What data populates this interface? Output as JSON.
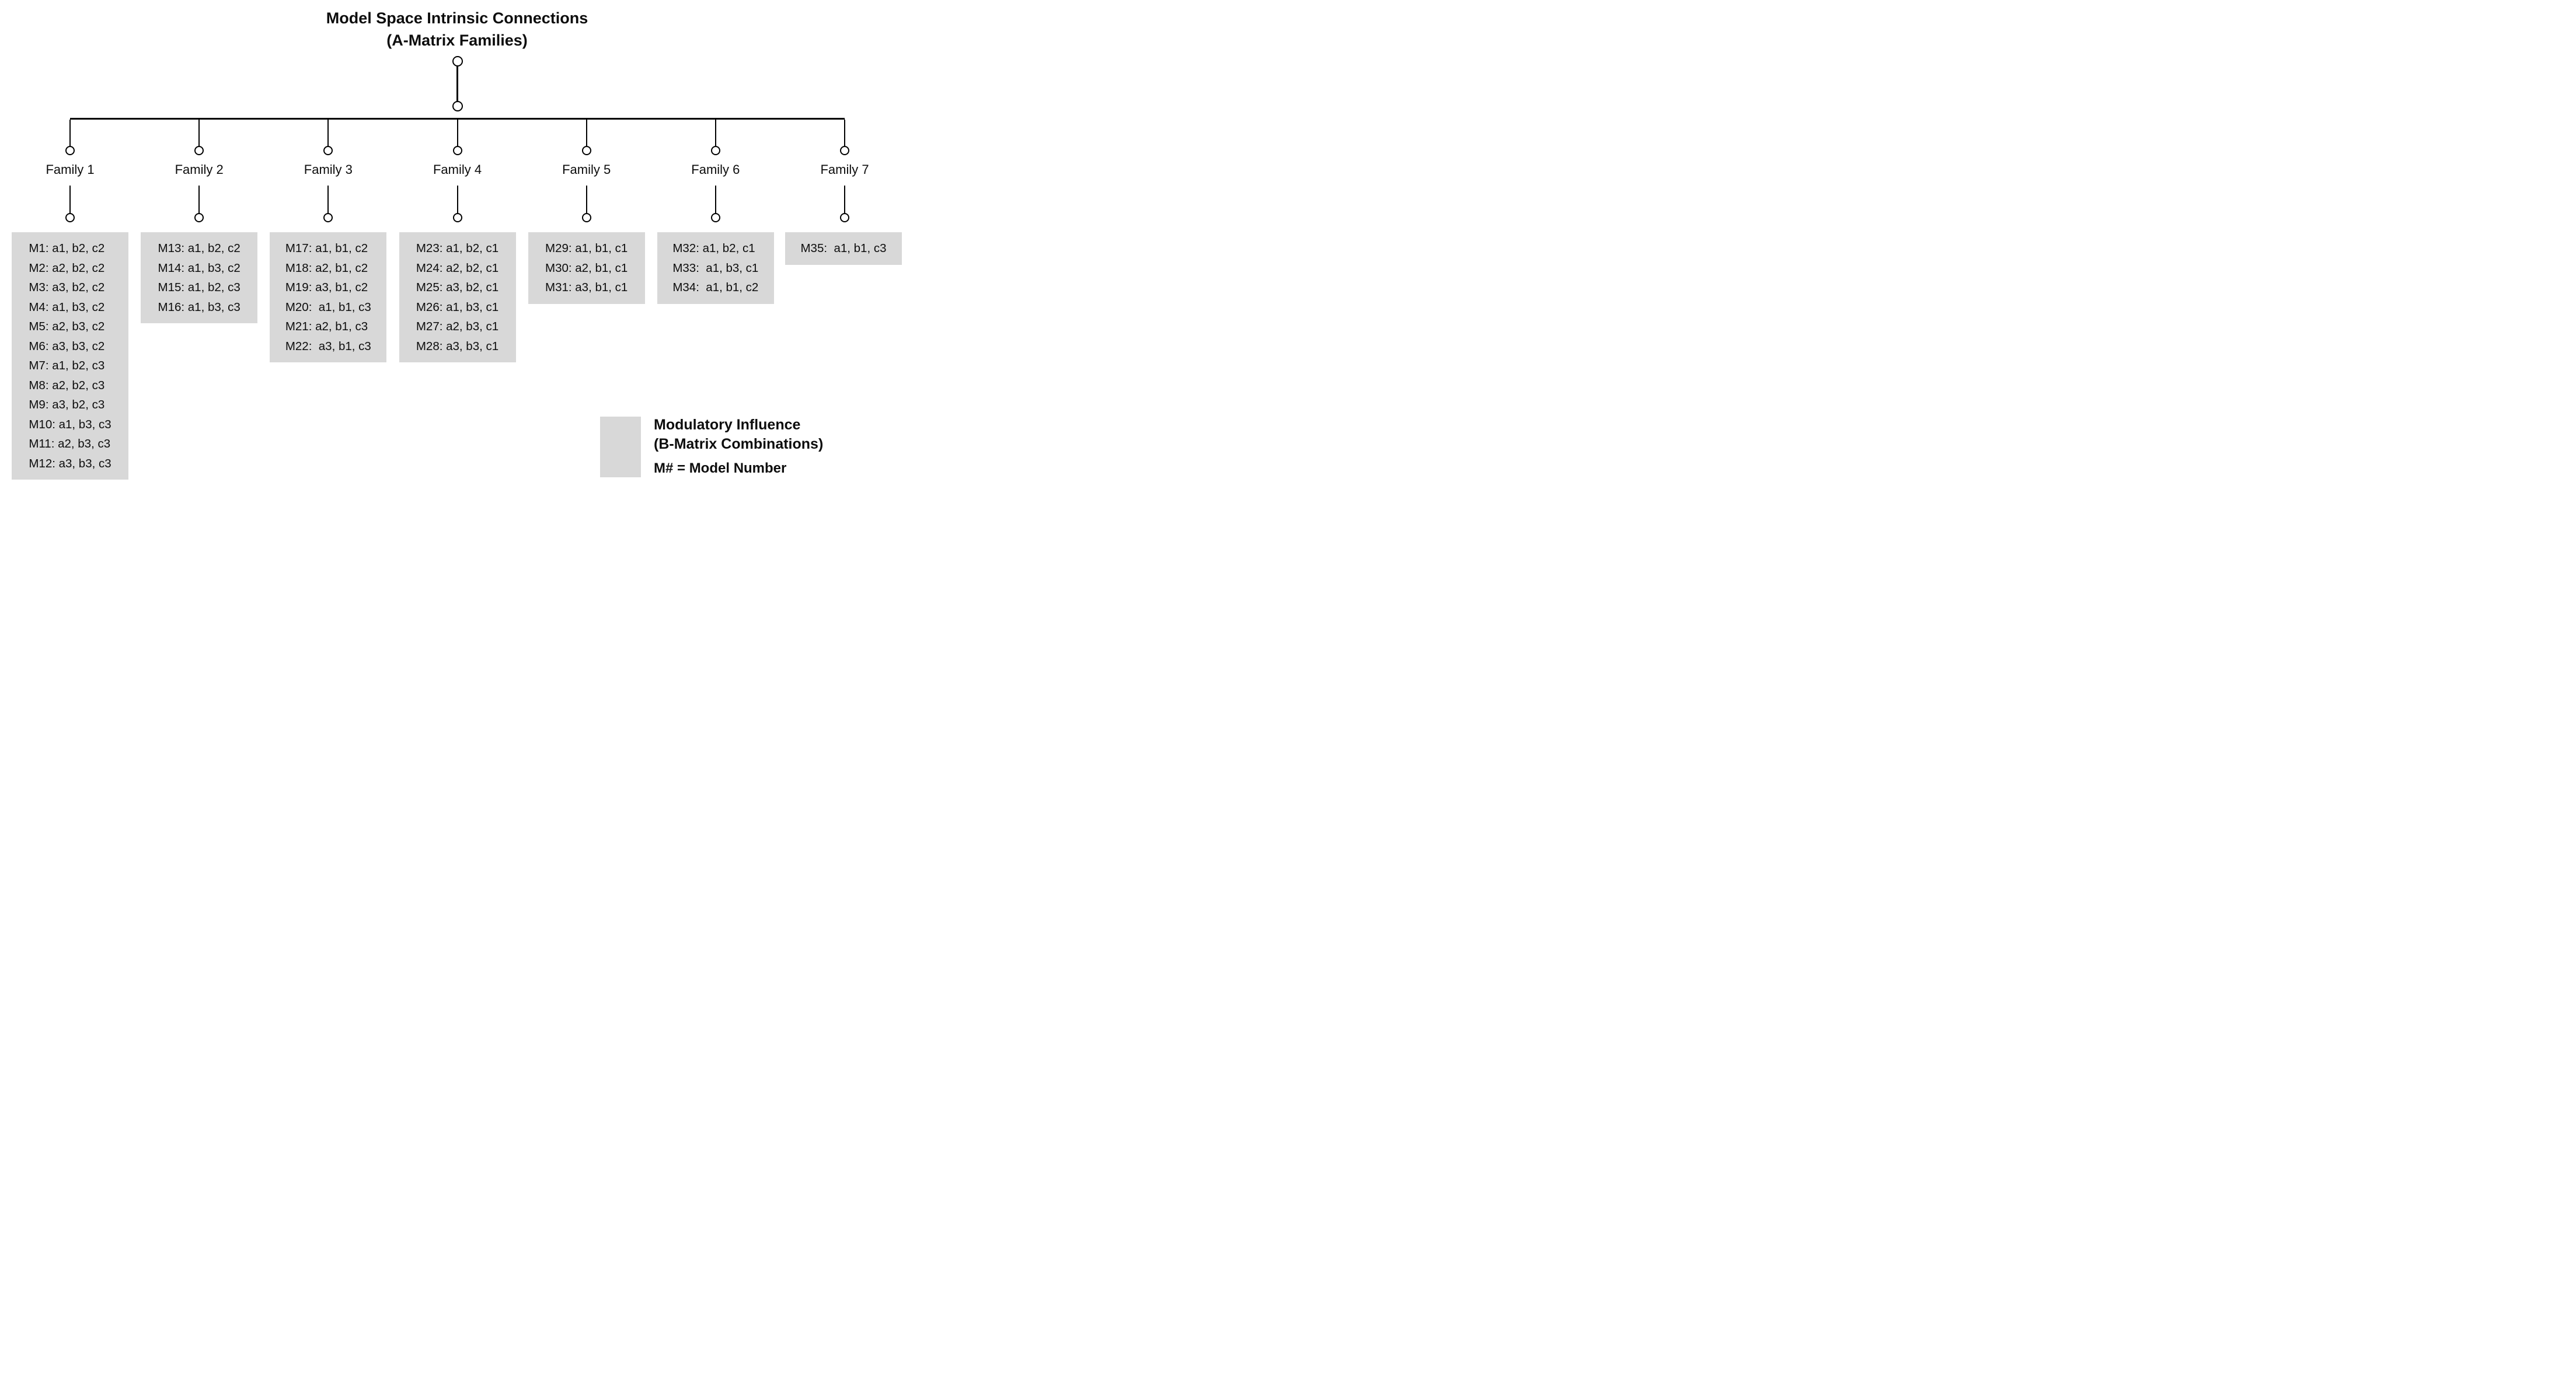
{
  "title": {
    "line1": "Model Space Intrinsic Connections",
    "line2": "(A-Matrix Families)"
  },
  "families": [
    {
      "label": "Family 1",
      "models": [
        "M1: a1, b2, c2",
        "M2: a2, b2, c2",
        "M3: a3, b2, c2",
        "M4: a1, b3, c2",
        "M5: a2, b3, c2",
        "M6: a3, b3, c2",
        "M7: a1, b2, c3",
        "M8: a2, b2, c3",
        "M9: a3, b2, c3",
        "M10: a1, b3, c3",
        "M11: a2, b3, c3",
        "M12: a3, b3, c3"
      ]
    },
    {
      "label": "Family 2",
      "models": [
        "M13: a1, b2, c2",
        "M14: a1, b3, c2",
        "M15: a1, b2, c3",
        "M16: a1, b3, c3"
      ]
    },
    {
      "label": "Family 3",
      "models": [
        "M17: a1, b1, c2",
        "M18: a2, b1, c2",
        "M19: a3, b1, c2",
        "M20:  a1, b1, c3",
        "M21: a2, b1, c3",
        "M22:  a3, b1, c3"
      ]
    },
    {
      "label": "Family 4",
      "models": [
        "M23: a1, b2, c1",
        "M24: a2, b2, c1",
        "M25: a3, b2, c1",
        "M26: a1, b3, c1",
        "M27: a2, b3, c1",
        "M28: a3, b3, c1"
      ]
    },
    {
      "label": "Family 5",
      "models": [
        "M29: a1, b1, c1",
        "M30: a2, b1, c1",
        "M31: a3, b1, c1"
      ]
    },
    {
      "label": "Family 6",
      "models": [
        "M32: a1, b2, c1",
        "M33:  a1, b3, c1",
        "M34:  a1, b1, c2"
      ]
    },
    {
      "label": "Family 7",
      "models": [
        "M35:  a1, b1, c3"
      ]
    }
  ],
  "legend": {
    "line1": "Modulatory Influence",
    "line2": "(B-Matrix Combinations)",
    "line3": "M# = Model Number",
    "swatch_color": "#d8d8d8"
  }
}
